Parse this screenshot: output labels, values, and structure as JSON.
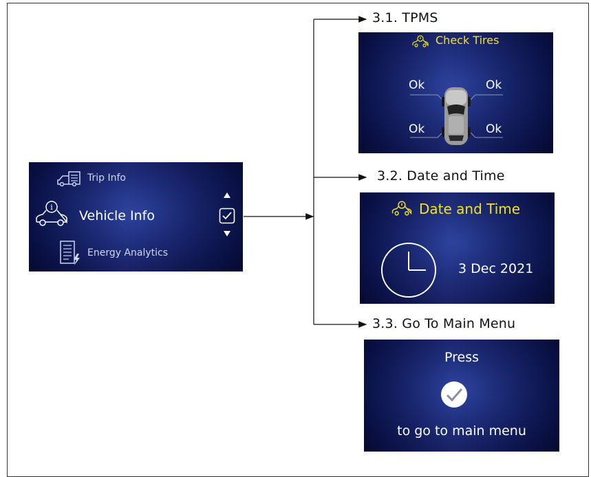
{
  "vehicle_menu": {
    "items": [
      {
        "label": "Trip Info",
        "icon": "truck-icon"
      },
      {
        "label": "Vehicle Info",
        "icon": "car-info-icon",
        "selected": true
      },
      {
        "label": "Energy Analytics",
        "icon": "energy-report-icon"
      }
    ],
    "nav": {
      "up": "up-arrow-icon",
      "select": "checkbox-icon",
      "down": "down-arrow-icon"
    }
  },
  "branches": [
    {
      "heading": "3.1. TPMS"
    },
    {
      "heading": "3.2. Date and Time"
    },
    {
      "heading": "3.3. Go To Main Menu"
    }
  ],
  "tpms": {
    "title": "Check Tires",
    "tires": {
      "front_left": "Ok",
      "front_right": "Ok",
      "rear_left": "Ok",
      "rear_right": "Ok"
    }
  },
  "datetime": {
    "title": "Date and Time",
    "date": "3 Dec 2021"
  },
  "main_menu": {
    "press": "Press",
    "instruction": "to go to main menu"
  },
  "colors": {
    "screen_bg": "#142477",
    "title_yellow": "#f3e12a",
    "text_white": "#ffffff"
  }
}
